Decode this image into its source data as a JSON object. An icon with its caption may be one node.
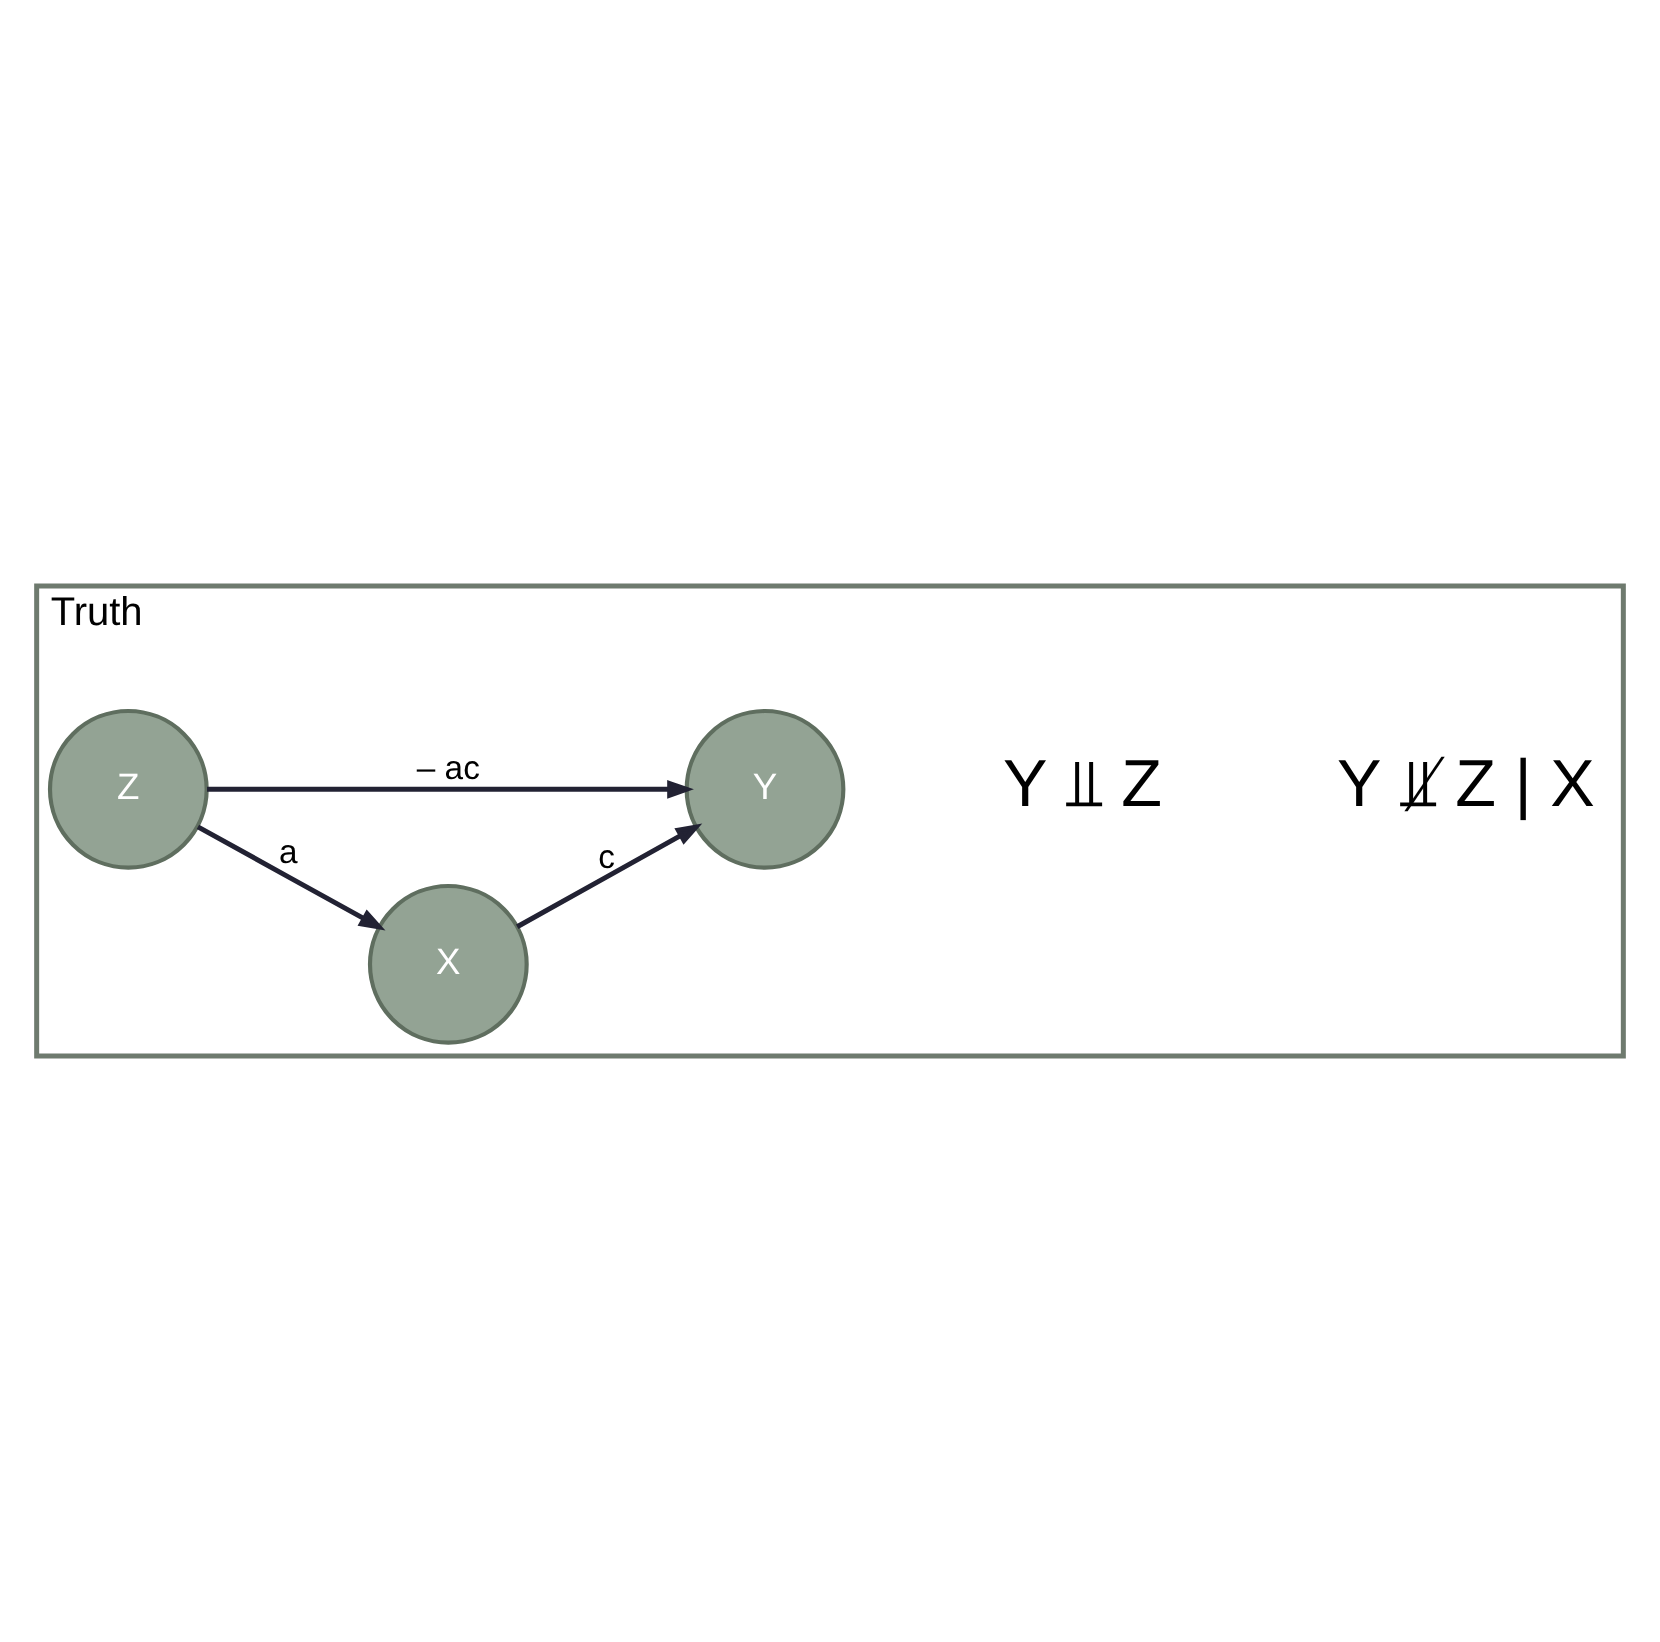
{
  "diagram": {
    "nodes": [
      {
        "text": [
          "Truth"
        ]
      },
      {
        "text": [
          "Z"
        ],
        "in": 0
      },
      {
        "text": [
          "X"
        ],
        "in": 0
      },
      {
        "text": [
          "Y"
        ],
        "in": 0
      }
    ],
    "edges": [
      {
        "from": 1,
        "to": 2,
        "arrow": "to",
        "label": "a"
      },
      {
        "from": 2,
        "to": 3,
        "arrow": "to",
        "label": "c"
      },
      {
        "from": 1,
        "to": 3,
        "arrow": "to",
        "label": "– ac"
      }
    ],
    "labels": [
      "Y ⫫ Z",
      "Y ⫫̸ Z | X"
    ]
  }
}
